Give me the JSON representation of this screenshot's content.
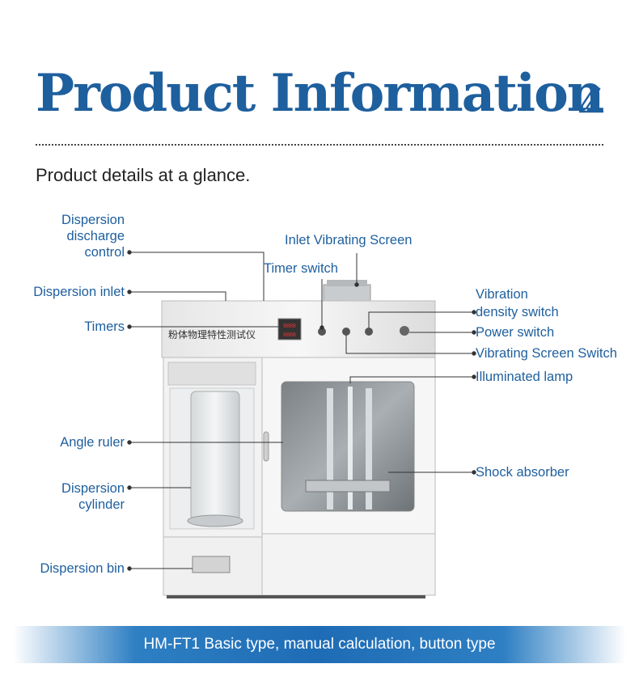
{
  "header": {
    "title": "Product Information",
    "icon": "pencil-edit-icon"
  },
  "subtitle": "Product details at a glance.",
  "machine": {
    "panel_text": "粉体物理特性测试仪",
    "timer_display_1": "8888",
    "timer_display_2": "8888"
  },
  "labels": {
    "dispersion_discharge_control": [
      "Dispersion",
      "discharge",
      "control"
    ],
    "dispersion_inlet": "Dispersion inlet",
    "timers": "Timers",
    "angle_ruler": "Angle ruler",
    "dispersion_cylinder": [
      "Dispersion",
      "cylinder"
    ],
    "dispersion_bin": "Dispersion bin",
    "inlet_vibrating_screen": "Inlet Vibrating Screen",
    "timer_switch": "Timer switch",
    "vibration_density_switch": [
      "Vibration",
      "density switch"
    ],
    "power_switch": "Power switch",
    "vibrating_screen_switch": "Vibrating Screen Switch",
    "illuminated_lamp": "Illuminated lamp",
    "shock_absorber": "Shock absorber"
  },
  "footer": {
    "text": "HM-FT1 Basic type, manual calculation, button type"
  },
  "colors": {
    "accent": "#1e5f9e",
    "banner": "#1e6cb5"
  }
}
